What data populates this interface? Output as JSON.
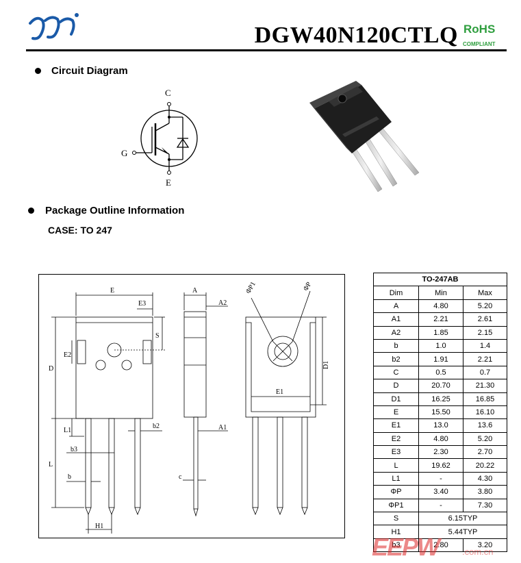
{
  "header": {
    "part_number": "DGW40N120CTLQ",
    "rohs_label": "RoHS",
    "compliant_label": "COMPLIANT",
    "colors": {
      "rohs_green": "#2e9e3e",
      "rule": "#000000"
    }
  },
  "sections": {
    "circuit_heading": "Circuit Diagram",
    "package_heading": "Package Outline Information",
    "case_label": "CASE: TO 247"
  },
  "circuit": {
    "terminal_c": "C",
    "terminal_g": "G",
    "terminal_e": "E"
  },
  "outline_labels": {
    "E": "E",
    "E3": "E3",
    "A": "A",
    "A2": "A2",
    "S": "S",
    "E2": "E2",
    "D": "D",
    "D1": "D1",
    "E1": "E1",
    "L1": "L1",
    "b2": "b2",
    "b3": "b3",
    "A1": "A1",
    "L": "L",
    "b": "b",
    "c": "c",
    "H1": "H1",
    "phiP": "ΦP",
    "phiP1": "ΦP1"
  },
  "dimension_table": {
    "caption": "TO-247AB",
    "headers": [
      "Dim",
      "Min",
      "Max"
    ],
    "rows": [
      [
        "A",
        "4.80",
        "5.20"
      ],
      [
        "A1",
        "2.21",
        "2.61"
      ],
      [
        "A2",
        "1.85",
        "2.15"
      ],
      [
        "b",
        "1.0",
        "1.4"
      ],
      [
        "b2",
        "1.91",
        "2.21"
      ],
      [
        "C",
        "0.5",
        "0.7"
      ],
      [
        "D",
        "20.70",
        "21.30"
      ],
      [
        "D1",
        "16.25",
        "16.85"
      ],
      [
        "E",
        "15.50",
        "16.10"
      ],
      [
        "E1",
        "13.0",
        "13.6"
      ],
      [
        "E2",
        "4.80",
        "5.20"
      ],
      [
        "E3",
        "2.30",
        "2.70"
      ],
      [
        "L",
        "19.62",
        "20.22"
      ],
      [
        "L1",
        "-",
        "4.30"
      ],
      [
        "ΦP",
        "3.40",
        "3.80"
      ],
      [
        "ΦP1",
        "-",
        "7.30"
      ]
    ],
    "typ_rows": [
      [
        "S",
        "6.15TYP"
      ],
      [
        "H1",
        "5.44TYP"
      ]
    ],
    "last_row": [
      "b3",
      "2.80",
      "3.20"
    ]
  },
  "watermark": {
    "logo_text": "EEPW",
    "domain": ".com.cn"
  }
}
